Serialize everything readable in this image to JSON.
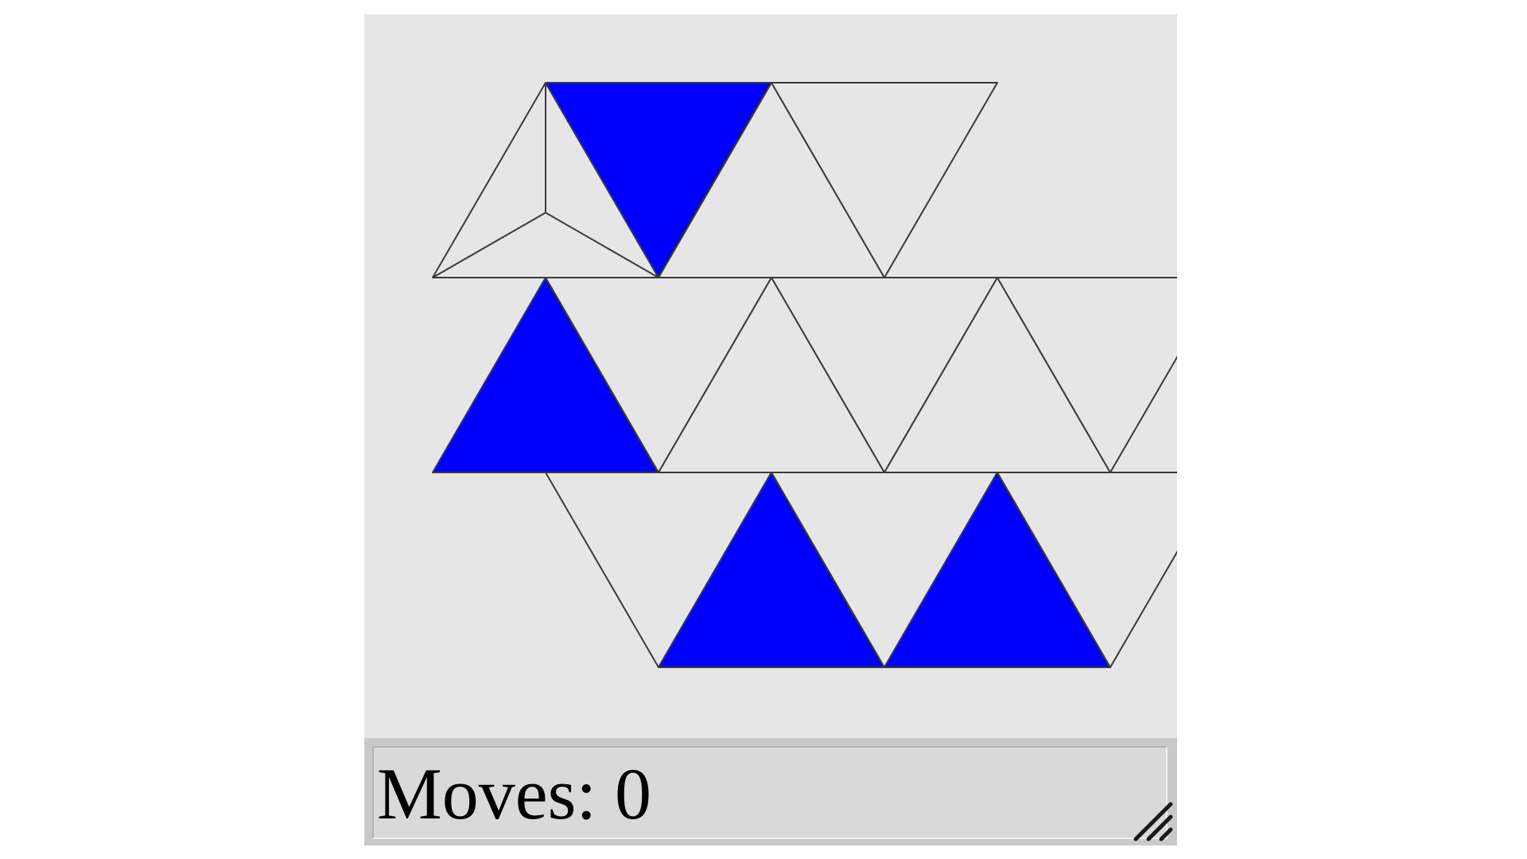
{
  "status": {
    "moves_label": "Moves:",
    "moves_value": 0
  },
  "colors": {
    "filled": "#0000ff",
    "empty": "#e6e6e6",
    "outline": "#3a3a3a"
  },
  "board": {
    "shape": "hexagon",
    "rows": [
      {
        "row": 0,
        "tiles": [
          {
            "col": 0,
            "filled": false
          },
          {
            "col": 1,
            "filled": true
          },
          {
            "col": 2,
            "filled": false
          },
          {
            "col": 3,
            "filled": false
          }
        ]
      },
      {
        "row": 1,
        "tiles": [
          {
            "col": 0,
            "filled": true
          },
          {
            "col": 1,
            "filled": false
          },
          {
            "col": 2,
            "filled": false
          },
          {
            "col": 3,
            "filled": false
          },
          {
            "col": 4,
            "filled": false
          },
          {
            "col": 5,
            "filled": false
          }
        ]
      },
      {
        "row": 2,
        "tiles": [
          {
            "col": 0,
            "filled": false
          },
          {
            "col": 1,
            "filled": true
          },
          {
            "col": 2,
            "filled": false
          },
          {
            "col": 3,
            "filled": true
          },
          {
            "col": 4,
            "filled": false
          }
        ]
      }
    ],
    "selected_tile": {
      "row": 0,
      "col": 0
    },
    "selection_marker": "tri-split"
  },
  "icons": {
    "resize": "resize-grip-icon"
  }
}
